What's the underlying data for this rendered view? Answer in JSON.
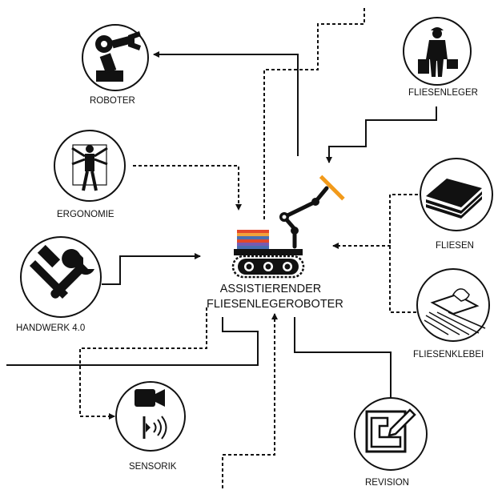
{
  "center": {
    "label_line1": "ASSISTIERENDER",
    "label_line2": "FLIESENLEGEROBOTER"
  },
  "nodes": {
    "roboter": "ROBOTER",
    "fliesenleger": "FLIESENLEGER",
    "ergonomie": "ERGONOMIE",
    "fliesen": "FLIESEN",
    "handwerk": "HANDWERK 4.0",
    "fliesenkleber": "FLIESENKLEBEI",
    "sensorik": "SENSORIK",
    "revision": "REVISION"
  },
  "colors": {
    "ink": "#111111",
    "accent_orange": "#f29a1a",
    "stack_colors": [
      "#e3482a",
      "#f2a23b",
      "#4a6fb0",
      "#e3482a",
      "#7a5ab0"
    ]
  },
  "icons": {
    "roboter": "industrial-robot-arm-icon",
    "fliesenleger": "worker-with-toolbox-icon",
    "ergonomie": "vitruvian-man-icon",
    "fliesen": "tile-stack-icon",
    "handwerk": "hammer-wrench-icon",
    "fliesenkleber": "trowel-adhesive-icon",
    "sensorik": "camera-sensor-icon",
    "revision": "floorplan-pen-icon"
  }
}
